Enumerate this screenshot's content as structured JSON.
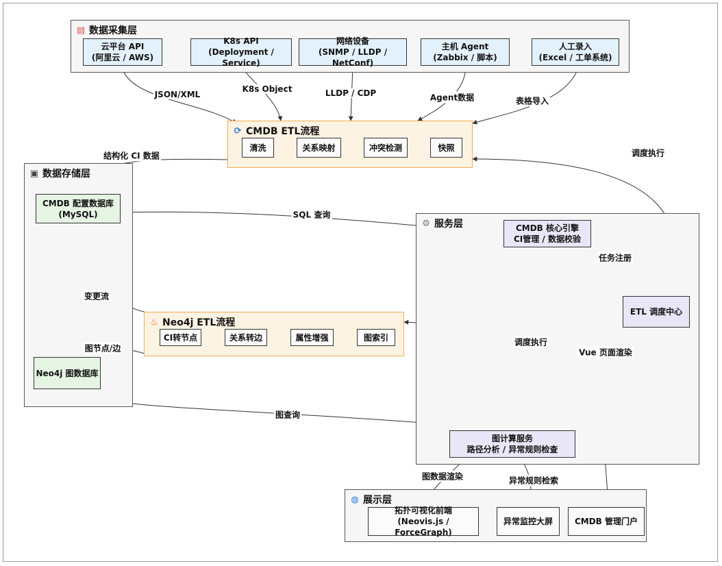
{
  "groups": {
    "collect": {
      "title": "数据采集层",
      "icon": "inbox-tray-icon"
    },
    "cmdb_etl": {
      "title": "CMDB ETL流程",
      "icon": "refresh-icon"
    },
    "storage": {
      "title": "数据存储层",
      "icon": "floppy-disk-icon"
    },
    "service": {
      "title": "服务层",
      "icon": "gear-icon"
    },
    "neo4j_etl": {
      "title": "Neo4j ETL流程",
      "icon": "fire-icon"
    },
    "display": {
      "title": "展示层",
      "icon": "globe-icon"
    }
  },
  "nodes": {
    "cloud_api": {
      "line1": "云平台 API",
      "line2": "(阿里云 / AWS)"
    },
    "k8s_api": {
      "line1": "K8s API",
      "line2": "(Deployment / Service)"
    },
    "net_dev": {
      "line1": "网络设备",
      "line2": "(SNMP / LLDP / NetConf)"
    },
    "host_agent": {
      "line1": "主机 Agent",
      "line2": "(Zabbix / 脚本)"
    },
    "manual": {
      "line1": "人工录入",
      "line2": "(Excel / 工单系统)"
    },
    "clean": {
      "line1": "清洗"
    },
    "rel_map": {
      "line1": "关系映射"
    },
    "conflict": {
      "line1": "冲突检测"
    },
    "snapshot": {
      "line1": "快照"
    },
    "cmdb_db": {
      "line1": "CMDB 配置数据库",
      "line2": "(MySQL)"
    },
    "neo4j_db": {
      "line1": "Neo4j 图数据库"
    },
    "ci_node": {
      "line1": "CI转节点"
    },
    "rel_edge": {
      "line1": "关系转边"
    },
    "attr_enh": {
      "line1": "属性增强"
    },
    "graph_idx": {
      "line1": "图索引"
    },
    "core_engine": {
      "line1": "CMDB 核心引擎",
      "line2": "CI管理 / 数据校验"
    },
    "etl_sched": {
      "line1": "ETL 调度中心"
    },
    "graph_svc": {
      "line1": "图计算服务",
      "line2": "路径分析 / 异常规则检查"
    },
    "topo_front": {
      "line1": "拓扑可视化前端",
      "line2": "(Neovis.js / ForceGraph)"
    },
    "monitor": {
      "line1": "异常监控大屏"
    },
    "portal": {
      "line1": "CMDB 管理门户"
    }
  },
  "edge_labels": {
    "json_xml": "JSON/XML",
    "k8s_object": "K8s Object",
    "lldp_cdp": "LLDP / CDP",
    "agent_data": "Agent数据",
    "table_import": "表格导入",
    "structured_ci": "结构化 CI 数据",
    "sched_exec_top": "调度执行",
    "sql_query": "SQL 查询",
    "task_register": "任务注册",
    "change_stream": "变更流",
    "sched_exec_mid": "调度执行",
    "graph_node_edge": "图节点/边",
    "vue_render": "Vue 页面渲染",
    "graph_query": "图查询",
    "graph_render": "图数据渲染",
    "anomaly_search": "异常规则检索"
  }
}
